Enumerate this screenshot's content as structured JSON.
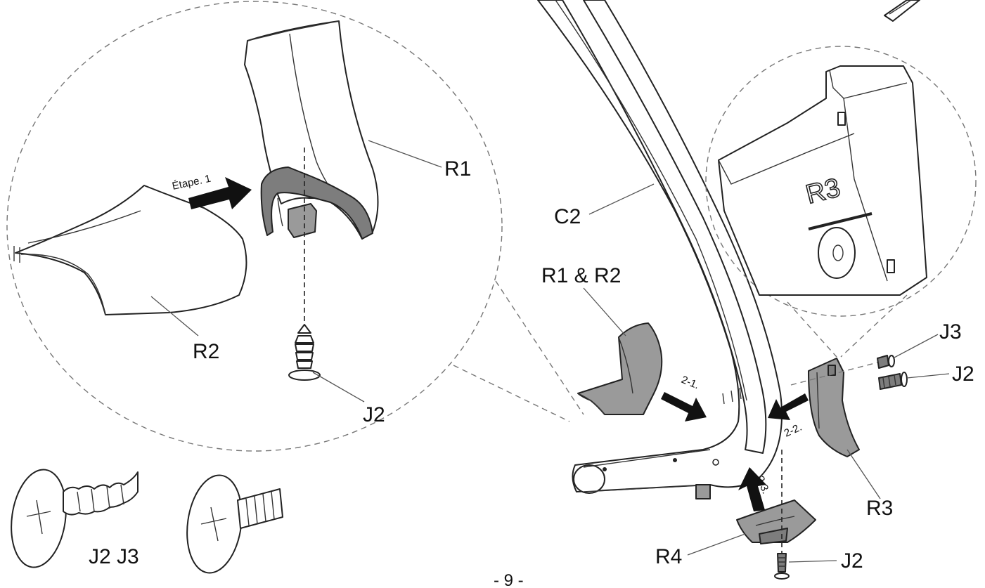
{
  "labels": {
    "r1": "R1",
    "r2": "R2",
    "j2_detail": "J2",
    "c2": "C2",
    "r1_r2": "R1 & R2",
    "r3_emboss": "R3",
    "j3": "J3",
    "j2_right": "J2",
    "r3": "R3",
    "r4": "R4",
    "j2_bottom": "J2",
    "screw_legend": "J2 J3"
  },
  "steps": {
    "step1": "Étape. 1",
    "step2_1": "2-1.",
    "step2_2": "2-2.",
    "step2_3": "2-3."
  },
  "page_number": "- 9 -",
  "colors": {
    "line": "#222222",
    "part_fill_grey": "#9a9a9a",
    "arrow": "#111111",
    "background": "#ffffff"
  }
}
